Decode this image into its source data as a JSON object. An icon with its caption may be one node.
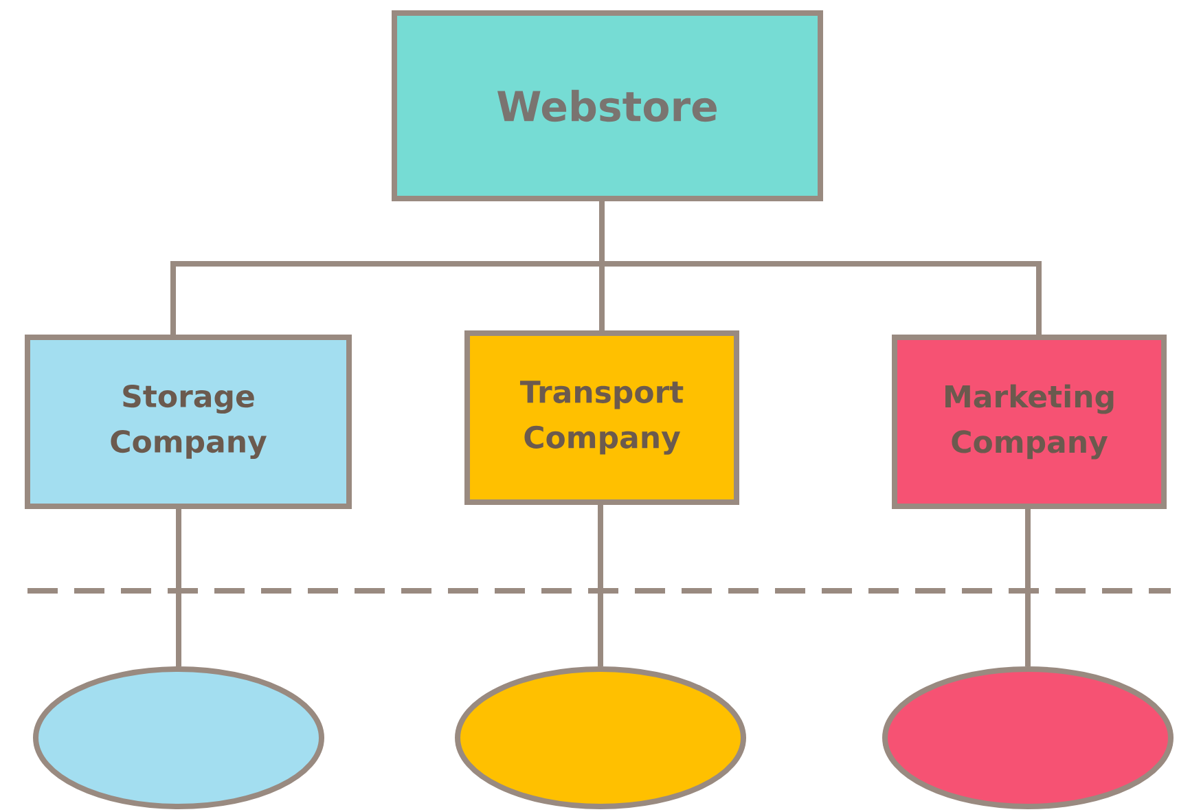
{
  "diagram": {
    "nodes": [
      {
        "text": [
          "Webstore"
        ]
      },
      {
        "text": [
          "Storage Company"
        ]
      },
      {
        "text": [
          "Transport Company"
        ]
      },
      {
        "text": [
          "Marketing Company"
        ]
      },
      {
        "text": [],
        "shape": "ellipse"
      },
      {
        "text": [],
        "shape": "ellipse"
      },
      {
        "text": [],
        "shape": "ellipse"
      }
    ],
    "edges": [
      {
        "from": 0,
        "to": 1,
        "arrow": "none"
      },
      {
        "from": 0,
        "to": 2,
        "arrow": "none"
      },
      {
        "from": 0,
        "to": 3,
        "arrow": "none"
      },
      {
        "from": 1,
        "to": 4,
        "arrow": "none"
      },
      {
        "from": 2,
        "to": 5,
        "arrow": "none"
      },
      {
        "from": 3,
        "to": 6,
        "arrow": "none"
      }
    ]
  }
}
